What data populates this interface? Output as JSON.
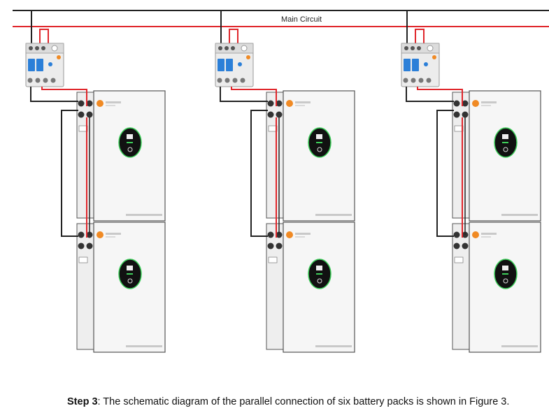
{
  "diagram": {
    "main_circuit_label": "Main Circuit",
    "colors": {
      "line_wire": "#222222",
      "live_wire": "#e0262b",
      "breaker_blue": "#2b7fd8",
      "battery_body": "#f6f6f6",
      "battery_outline": "#555555",
      "display_ring": "#3ecf5a",
      "brand_orange": "#f08a24"
    },
    "icons": {
      "breaker": "circuit-breaker-icon",
      "battery": "battery-pack-icon",
      "display": "battery-display-icon",
      "logo": "brand-logo-icon"
    }
  },
  "caption": {
    "step": "Step 3",
    "text": ": The schematic diagram of the parallel connection of six battery packs is shown in Figure 3."
  }
}
